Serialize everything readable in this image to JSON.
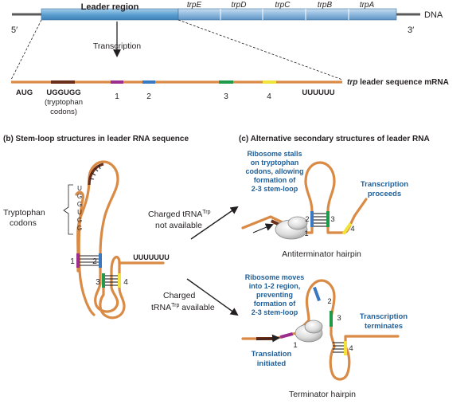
{
  "dna": {
    "leader_region": "Leader region",
    "genes": [
      "trpE",
      "trpD",
      "trpC",
      "trpB",
      "trpA"
    ],
    "label": "DNA",
    "five_prime": "5′",
    "three_prime": "3′",
    "transcription": "Transcription"
  },
  "mrna": {
    "aug": "AUG",
    "uggugg": "UGGUGG",
    "trp_codons_1": "(tryptophan",
    "trp_codons_2": "codons)",
    "region_numbers": [
      "1",
      "2",
      "3",
      "4"
    ],
    "uuuuuu": "UUUUUU",
    "label_italic": "trp",
    "label_rest": " leader sequence mRNA"
  },
  "panel_b": {
    "title": "(b) Stem-loop structures in leader RNA sequence",
    "trp_codons_label_1": "Tryptophan",
    "trp_codons_label_2": "codons",
    "loop_letters": [
      "U",
      "G",
      "G",
      "U",
      "G",
      "G"
    ],
    "uuuuuuu": "UUUUUUU",
    "stem_numbers": [
      "1",
      "2",
      "3",
      "4"
    ],
    "not_available_1": "Charged tRNA",
    "not_available_sup": "Trp",
    "not_available_2": "not available",
    "available_1": "Charged",
    "available_2": "tRNA",
    "available_sup": "Trp",
    "available_3": " available"
  },
  "panel_c": {
    "title": "(c) Alternative secondary structures of leader RNA",
    "stall_lines": [
      "Ribosome stalls",
      "on tryptophan",
      "codons, allowing",
      "formation of",
      "2-3 stem-loop"
    ],
    "proceeds_lines": [
      "Transcription",
      "proceeds"
    ],
    "antiterminator": "Antiterminator hairpin",
    "moves_lines": [
      "Ribosome moves",
      "into 1-2 region,",
      "preventing",
      "formation of",
      "2-3 stem-loop"
    ],
    "terminates_lines": [
      "Transcription",
      "terminates"
    ],
    "translation_lines": [
      "Translation",
      "initiated"
    ],
    "terminator": "Terminator hairpin",
    "anti_numbers": [
      "1",
      "2",
      "3",
      "4"
    ],
    "term_numbers": [
      "1",
      "2",
      "3",
      "4"
    ]
  },
  "colors": {
    "strand": "#d98a45",
    "dna_blue": "#8fb9dd",
    "region_1": "#9b2d8e",
    "region_2": "#3a78c2",
    "region_3": "#1f9a4a",
    "region_4": "#f2e33a",
    "trp_codons": "#6b2e1a",
    "callout": "#1f5f99"
  }
}
